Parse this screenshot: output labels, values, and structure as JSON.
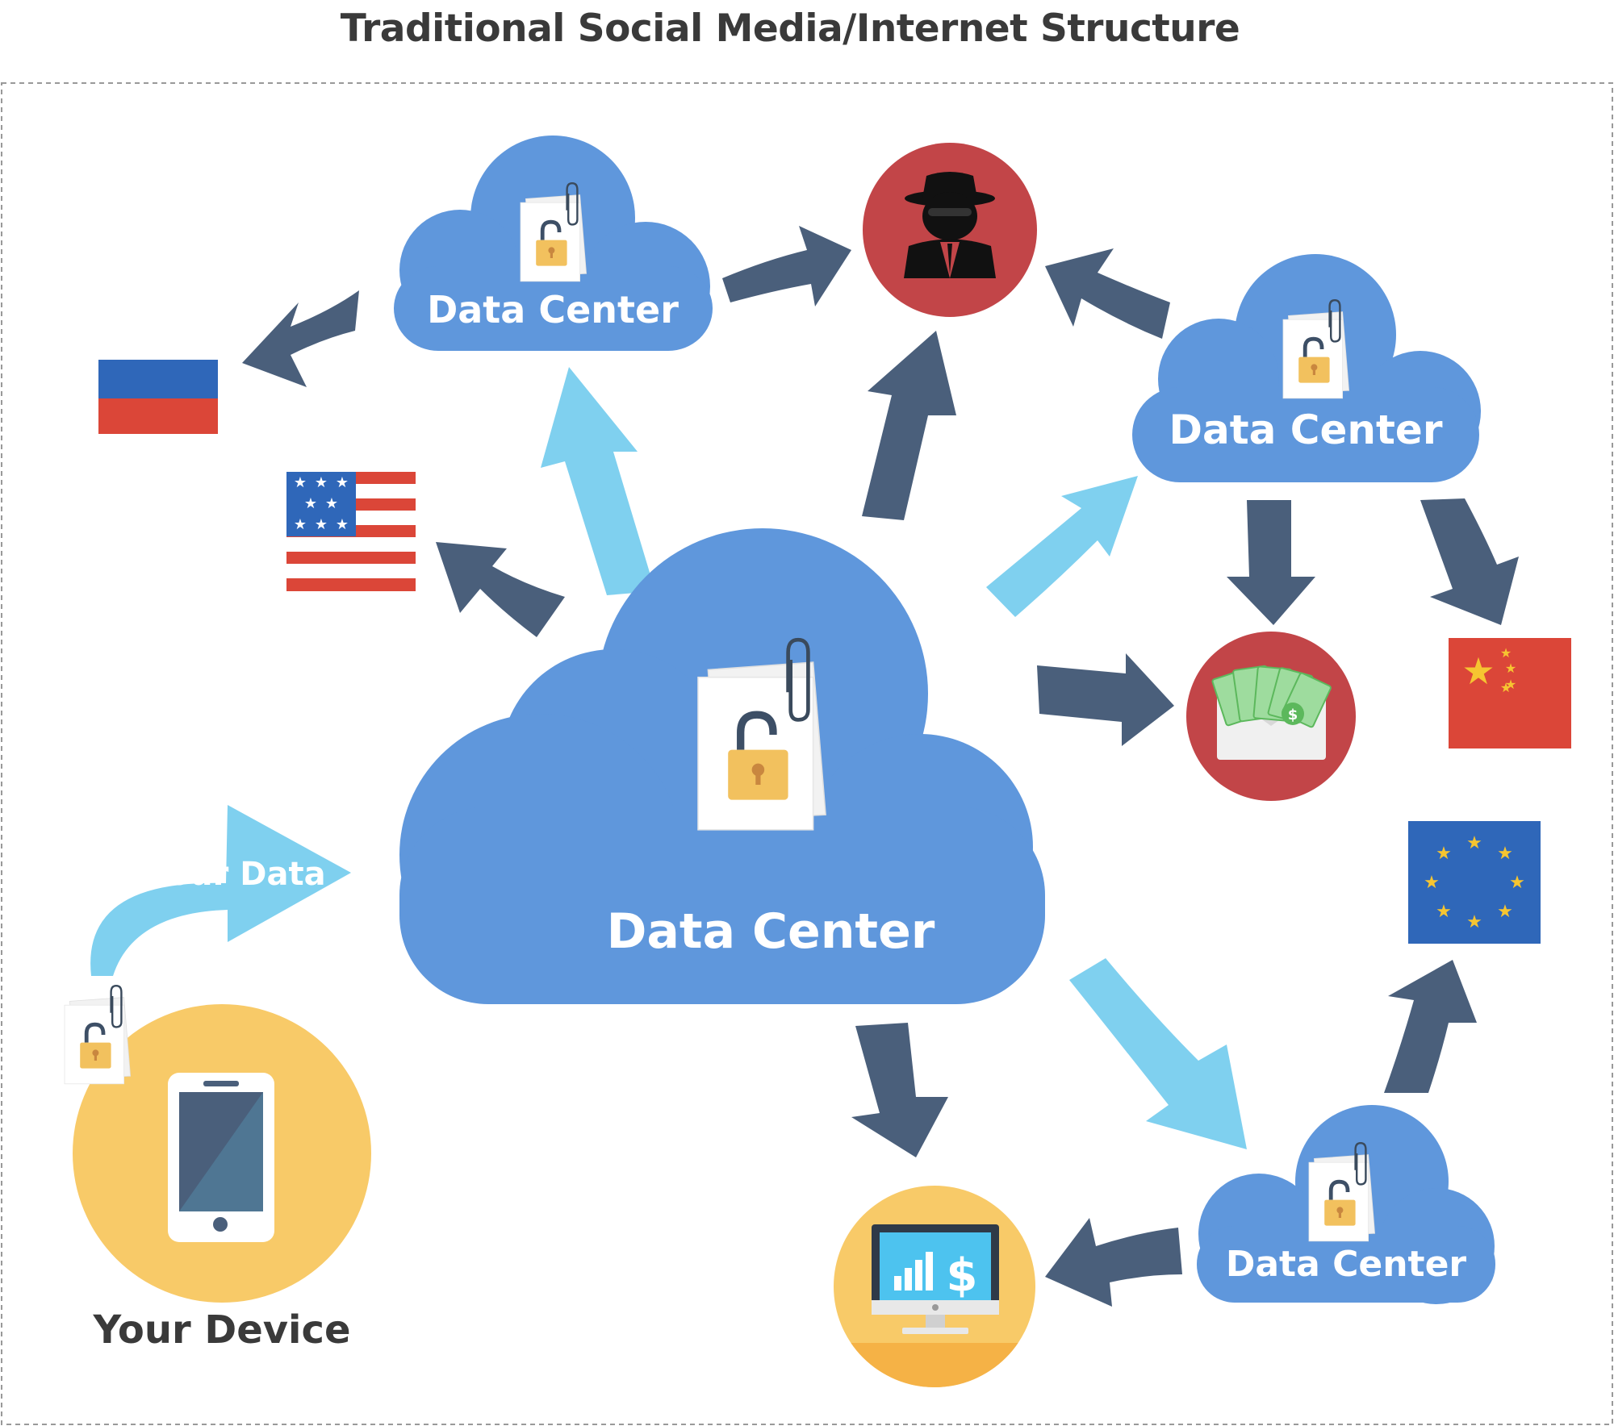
{
  "title": "Traditional Social Media/Internet Structure",
  "labels": {
    "main_center": "Data Center",
    "top_center": "Data Center",
    "right_center": "Data Center",
    "bottom_center": "Data Center",
    "your_data": "Your Data",
    "your_device": "Your Device"
  },
  "colors": {
    "cloud": "#5f97dc",
    "arrow_dark": "#4a5f7b",
    "arrow_light": "#7fd0ef",
    "red_circle": "#c24548",
    "yellow_circle": "#f8ca68",
    "lock": "#f2c15e"
  },
  "icons": [
    "spy-icon",
    "money-envelope-icon",
    "monitor-dollar-icon",
    "phone-icon",
    "document-lock-icon"
  ],
  "flags": [
    "russia-flag",
    "usa-flag",
    "china-flag",
    "eu-flag"
  ]
}
